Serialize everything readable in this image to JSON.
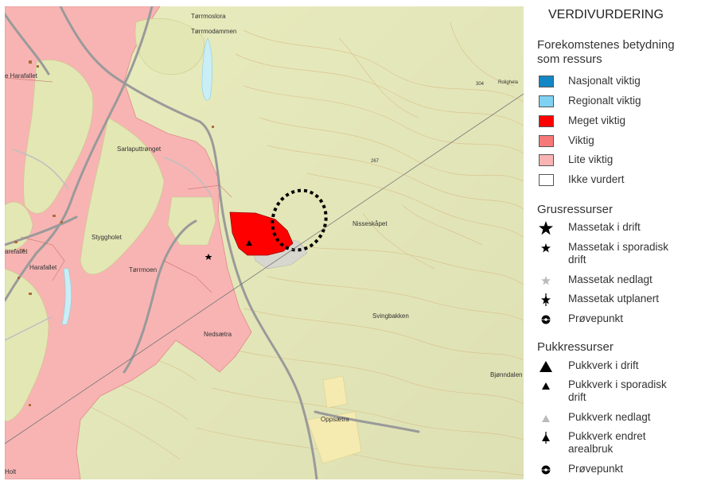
{
  "map": {
    "places": [
      {
        "key": "tormmoslora",
        "text": "Tørrmoslora"
      },
      {
        "key": "tormmodammen",
        "text": "Tørrmodammen"
      },
      {
        "key": "harafallet",
        "text": "e Harafallet"
      },
      {
        "key": "roa",
        "text": "Rolighela"
      },
      {
        "key": "sarlaputt",
        "text": "Sarlaputtrønget"
      },
      {
        "key": "styggholet",
        "text": "Styggholet"
      },
      {
        "key": "harafallet2",
        "text": "Harafallet"
      },
      {
        "key": "arefallet",
        "text": "arefallet"
      },
      {
        "key": "tormoen",
        "text": "Tørrmoen"
      },
      {
        "key": "nisseskapet",
        "text": "Nisseskåpet"
      },
      {
        "key": "svingbakken",
        "text": "Svingbakken"
      },
      {
        "key": "nedsetra",
        "text": "Nedsætra"
      },
      {
        "key": "bjonndalen",
        "text": "Bjønndalen"
      },
      {
        "key": "oppsetra",
        "text": "Oppsætra"
      },
      {
        "key": "holt",
        "text": "Holt"
      },
      {
        "key": "h267",
        "text": "267"
      },
      {
        "key": "h304",
        "text": "304"
      }
    ],
    "colors": {
      "base": "#e9ecbd",
      "forest_light": "#e3e7b4",
      "pink_zone": "#f7b4b3",
      "red_zone": "#ff0000",
      "contour": "#d7b47f",
      "road": "#8f8f8f",
      "water": "#c9eef6",
      "field": "#f5ebb0",
      "circle": "#000000"
    }
  },
  "legend": {
    "title": "VERDIVURDERING",
    "subtitle_line1": "Forekomstenes betydning",
    "subtitle_line2": "som ressurs",
    "value_items": [
      {
        "label": "Nasjonalt viktig",
        "color": "#1387c5"
      },
      {
        "label": "Regionalt viktig",
        "color": "#7fd2f2"
      },
      {
        "label": "Meget viktig",
        "color": "#ff0000"
      },
      {
        "label": "Viktig",
        "color": "#f77878"
      },
      {
        "label": "Lite viktig",
        "color": "#f7b4b3"
      },
      {
        "label": "Ikke vurdert",
        "color": "#ffffff"
      }
    ],
    "grus_heading": "Grusressurser",
    "grus_items": [
      {
        "label_lines": [
          "Massetak i drift"
        ],
        "icon": "star-large-black-icon"
      },
      {
        "label_lines": [
          "Massetak i sporadisk",
          "drift"
        ],
        "icon": "star-black-icon"
      },
      {
        "label_lines": [
          "Massetak nedlagt"
        ],
        "icon": "star-grey-icon"
      },
      {
        "label_lines": [
          "Massetak utplanert"
        ],
        "icon": "star-crossed-icon"
      },
      {
        "label_lines": [
          "Prøvepunkt"
        ],
        "icon": "sample-point-icon"
      }
    ],
    "pukk_heading": "Pukkressurser",
    "pukk_items": [
      {
        "label_lines": [
          "Pukkverk i drift"
        ],
        "icon": "triangle-large-black-icon"
      },
      {
        "label_lines": [
          "Pukkverk i sporadisk",
          "drift"
        ],
        "icon": "triangle-black-icon"
      },
      {
        "label_lines": [
          "Pukkverk nedlagt"
        ],
        "icon": "triangle-grey-icon"
      },
      {
        "label_lines": [
          "Pukkverk endret",
          "arealbruk"
        ],
        "icon": "triangle-crossed-icon"
      },
      {
        "label_lines": [
          "Prøvepunkt"
        ],
        "icon": "sample-point-icon"
      }
    ]
  }
}
